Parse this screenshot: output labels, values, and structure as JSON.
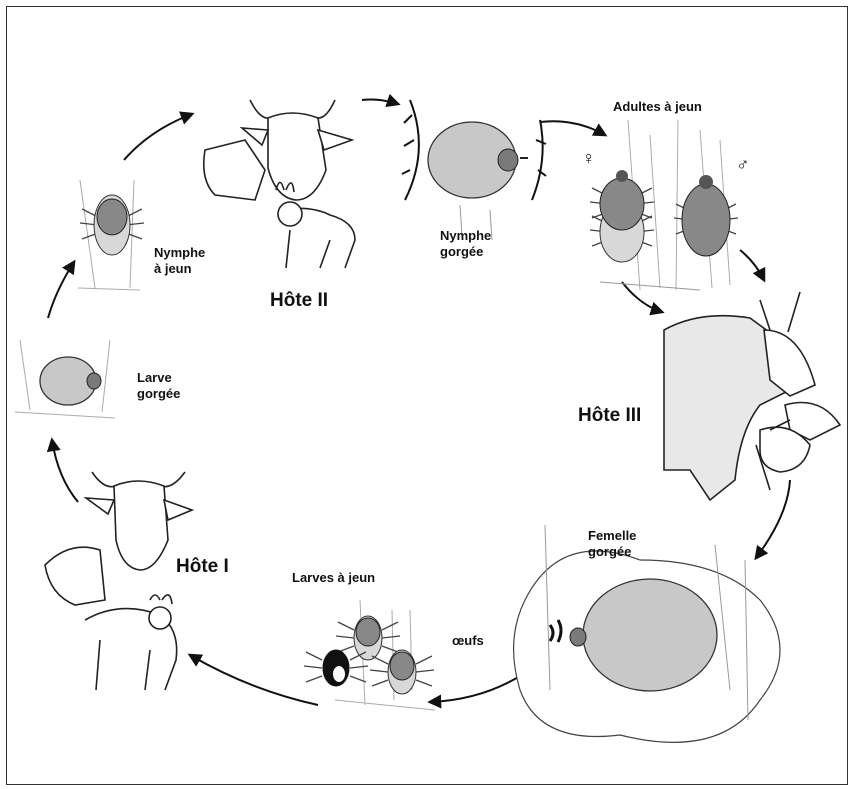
{
  "labels": {
    "host_1": "Hôte I",
    "host_2": "Hôte II",
    "host_3": "Hôte III",
    "nymph_fed_1": "Nymphe",
    "nymph_fed_2": "gorgée",
    "adults_unfed": "Adultes à jeun",
    "female_symbol": "♀",
    "male_symbol": "♂",
    "nymph_unfed_1": "Nymphe",
    "nymph_unfed_2": "à jeun",
    "larva_fed_1": "Larve",
    "larva_fed_2": "gorgée",
    "female_fed_1": "Femelle",
    "female_fed_2": "gorgée",
    "larvae_unfed": "Larves à jeun",
    "eggs": "œufs"
  },
  "colors": {
    "tick_body": "#c8c8c8",
    "tick_scutum": "#7a7a7a",
    "outline": "#222222",
    "arrow": "#111111"
  }
}
